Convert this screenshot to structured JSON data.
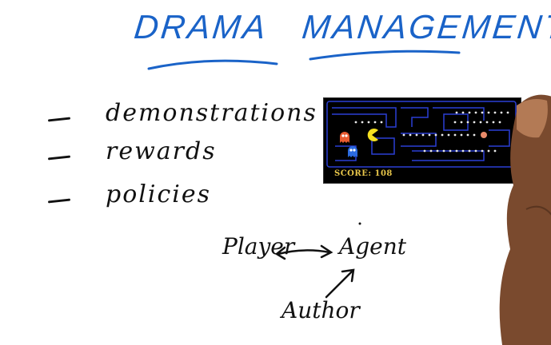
{
  "title": {
    "word1": "DRAMA",
    "word2": "MANAGEMENT",
    "color": "#1a63c8"
  },
  "bullets": [
    {
      "text": "demonstrations"
    },
    {
      "text": "rewards"
    },
    {
      "text": "policies"
    }
  ],
  "diagram": {
    "player": "Player",
    "agent": "Agent",
    "author": "Author"
  },
  "game": {
    "score_label": "SCORE: 108",
    "ghost_colors": [
      "#e85a30",
      "#2b6be0"
    ],
    "maze_color": "#2a3fd6",
    "pacman_color": "#f5e020",
    "pellet_color": "#e9e9e9"
  }
}
